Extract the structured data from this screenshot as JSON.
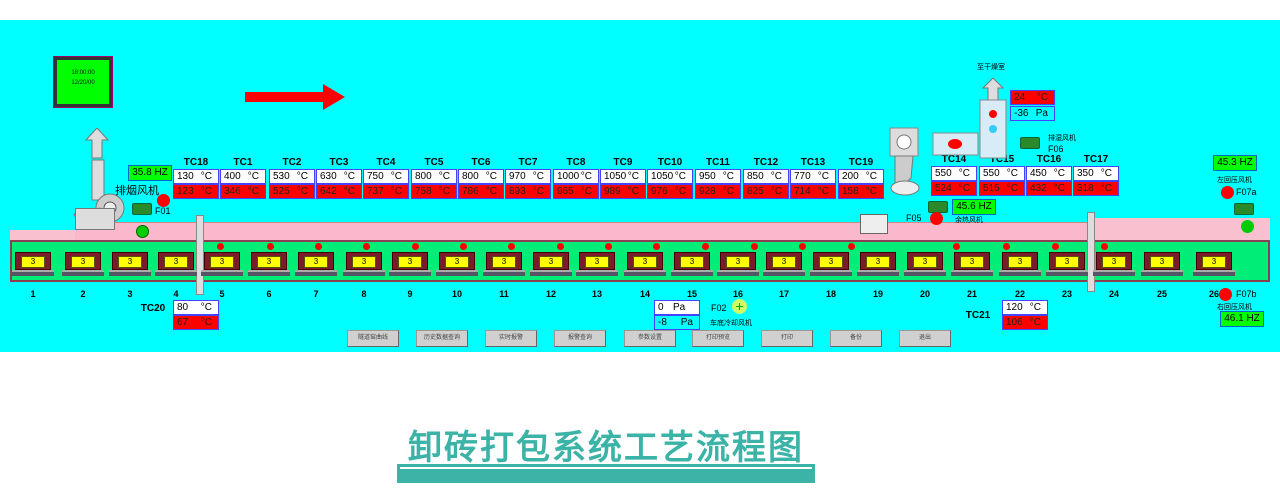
{
  "clock": {
    "time": "18:00:00",
    "date": "12/20/00"
  },
  "exhaust_fan": {
    "label": "排烟风机",
    "id": "F01",
    "freq": "35.8 HZ"
  },
  "unit_c": "°C",
  "unit_pa": "Pa",
  "tc_top": [
    {
      "name": "TC18",
      "set": "130",
      "act": "123"
    },
    {
      "name": "TC1",
      "set": "400",
      "act": "346"
    },
    {
      "name": "TC2",
      "set": "530",
      "act": "525"
    },
    {
      "name": "TC3",
      "set": "630",
      "act": "642"
    },
    {
      "name": "TC4",
      "set": "750",
      "act": "737"
    },
    {
      "name": "TC5",
      "set": "800",
      "act": "758"
    },
    {
      "name": "TC6",
      "set": "800",
      "act": "786"
    },
    {
      "name": "TC7",
      "set": "970",
      "act": "893"
    },
    {
      "name": "TC8",
      "set": "1000",
      "act": "965"
    },
    {
      "name": "TC9",
      "set": "1050",
      "act": "989"
    },
    {
      "name": "TC10",
      "set": "1050",
      "act": "976"
    },
    {
      "name": "TC11",
      "set": "950",
      "act": "928"
    },
    {
      "name": "TC12",
      "set": "850",
      "act": "825"
    },
    {
      "name": "TC13",
      "set": "770",
      "act": "714"
    },
    {
      "name": "TC19",
      "set": "200",
      "act": "158"
    }
  ],
  "tc_right": [
    {
      "name": "TC14",
      "set": "550",
      "act": "524"
    },
    {
      "name": "TC15",
      "set": "550",
      "act": "515"
    },
    {
      "name": "TC16",
      "set": "450",
      "act": "432"
    },
    {
      "name": "TC17",
      "set": "350",
      "act": "318"
    }
  ],
  "tc20": {
    "name": "TC20",
    "set": "80",
    "act": "67"
  },
  "tc21": {
    "name": "TC21",
    "set": "120",
    "act": "106"
  },
  "dryer": {
    "label": "至干燥室",
    "temp": "24",
    "pressure": "-36"
  },
  "f06": {
    "label": "排湿风机",
    "id": "F06"
  },
  "f05": {
    "label": "余热风机",
    "id": "F05",
    "freq": "45.6 HZ"
  },
  "f02": {
    "label": "车底冷却风机",
    "id": "F02",
    "set": "0",
    "act": "-8"
  },
  "f07a": {
    "label": "左回压风机",
    "id": "F07a",
    "freq": "45.3 HZ"
  },
  "f07b": {
    "label": "右回压风机",
    "id": "F07b",
    "freq": "46.1 HZ"
  },
  "car_load": "3",
  "positions": [
    "1",
    "2",
    "3",
    "4",
    "5",
    "6",
    "7",
    "8",
    "9",
    "10",
    "11",
    "12",
    "13",
    "14",
    "15",
    "16",
    "17",
    "18",
    "19",
    "20",
    "21",
    "22",
    "23",
    "24",
    "25",
    "26"
  ],
  "buttons": [
    "隧道窑曲线",
    "历史数据查询",
    "实时报警",
    "报警查询",
    "参数设置",
    "打印预览",
    "打印",
    "备份",
    "退出"
  ],
  "page_title": "卸砖打包系统工艺流程图",
  "colors": {
    "background": "#00ffff",
    "actual": "#ff0000",
    "setpoint": "#ffffff",
    "freq": "#00ff00",
    "title": "#3bb3a6"
  }
}
